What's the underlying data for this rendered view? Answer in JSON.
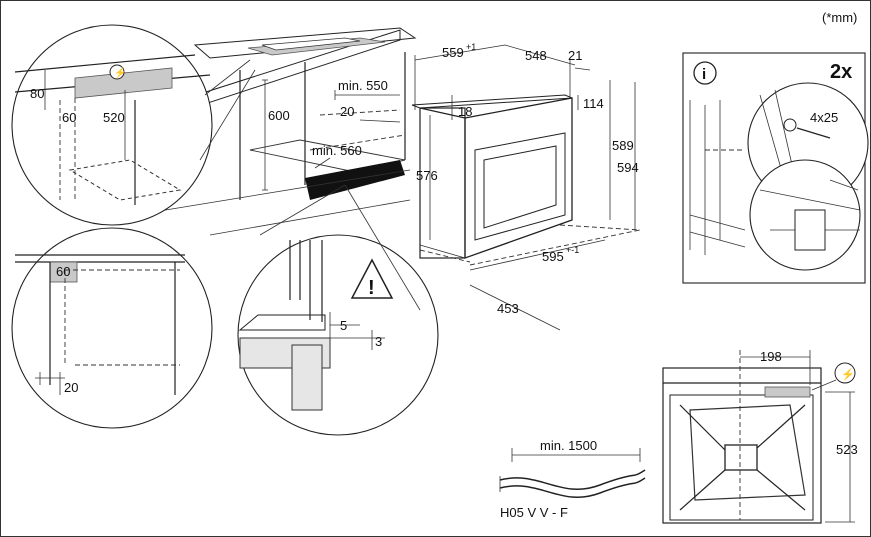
{
  "unit_note": "(*mm)",
  "hob_detail": {
    "d80": "80",
    "d60": "60",
    "d520": "520"
  },
  "cabinet": {
    "d600": "600",
    "min550": "min. 550",
    "d20": "20",
    "min560": "min. 560"
  },
  "side_detail": {
    "d60": "60",
    "d20": "20"
  },
  "warning_detail": {
    "d5": "5",
    "d3": "3"
  },
  "oven": {
    "w559": "559",
    "w559_tol": "+1",
    "d548": "548",
    "d21": "21",
    "h18": "18",
    "h114": "114",
    "h576": "576",
    "h589": "589",
    "h594": "594",
    "w595": "595",
    "w595_tol": "+-1",
    "d453": "453"
  },
  "info_box": {
    "count": "2x",
    "screw": "4x25"
  },
  "cable": {
    "length": "min. 1500",
    "type": "H05 V V - F"
  },
  "back_view": {
    "w198": "198",
    "h523": "523"
  }
}
